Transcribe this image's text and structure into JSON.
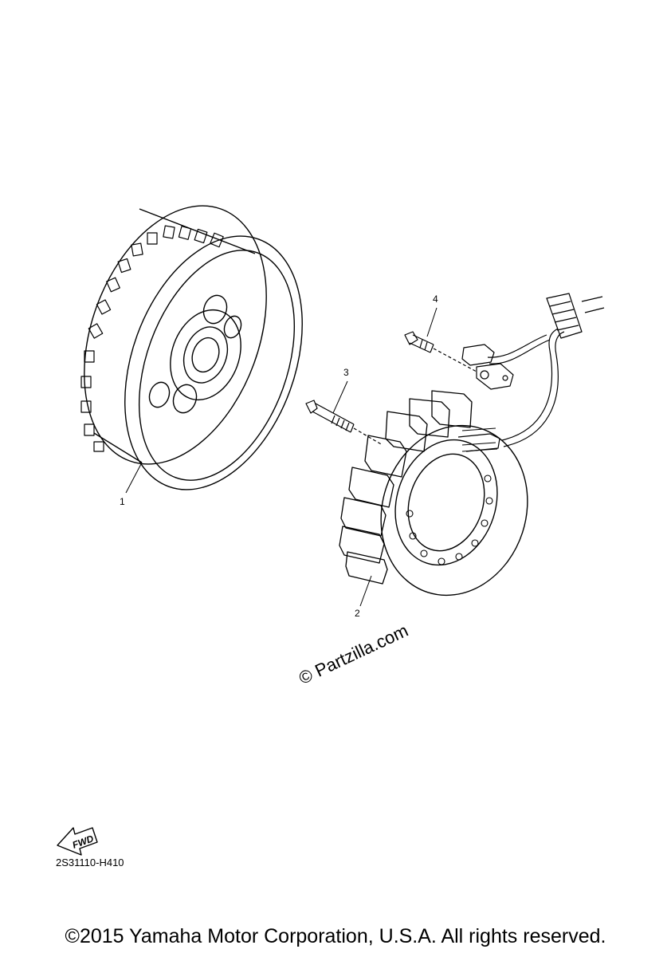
{
  "callouts": [
    {
      "number": "1",
      "part": "rotor"
    },
    {
      "number": "2",
      "part": "stator"
    },
    {
      "number": "3",
      "part": "stator-bolt"
    },
    {
      "number": "4",
      "part": "clamp-screw"
    }
  ],
  "watermark": "© Partzilla.com",
  "fwd_label": "FWD",
  "diagram_code": "2S31110-H410",
  "copyright": "©2015 Yamaha Motor Corporation, U.S.A. All rights reserved.",
  "icons": {
    "fwd": "fwd-arrow-icon"
  }
}
